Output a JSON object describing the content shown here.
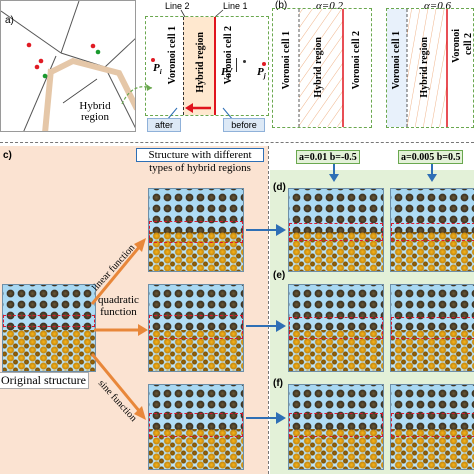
{
  "panel_labels": {
    "a": "a)",
    "b": "(b)",
    "c": "c)",
    "d": "(d)",
    "e": "(e)",
    "f": "(f)"
  },
  "panel_a": {
    "hybrid_region_label": "Hybrid\nregion",
    "line2": "Line 2",
    "line1": "Line 1",
    "voronoi_cell_1": "Voronoi cell 1",
    "hybrid_region": "Hybrid region",
    "voronoi_cell_2": "Voronoi cell 2",
    "p_i": "P",
    "p_i_sub": "i",
    "p_j_prime": "P",
    "p_j_prime_sub": "j",
    "p_j_prime_mark": "'",
    "p_j": "P",
    "p_j_sub": "j",
    "after": "after",
    "before": "before"
  },
  "panel_b": {
    "alpha1": "α=0.2",
    "alpha2": "α=0.6",
    "voronoi_cell_1": "Voronoi cell 1",
    "hybrid_region": "Hybrid region",
    "voronoi_cell_2": "Voronoi cell 2",
    "voronoi_cell_2_split_a": "Voronoi",
    "voronoi_cell_2_split_b": "cell 2"
  },
  "panel_c": {
    "title_line1": "Structure with different",
    "title_line2": "types of hybrid regions",
    "linear": "linear function",
    "quadratic_line1": "quadratic",
    "quadratic_line2": "function",
    "sine": "sine function",
    "original": "Original structure"
  },
  "panel_d": {
    "param1": "a=0.01 b=-0.5",
    "param2": "a=0.005 b=0.5"
  },
  "colors": {
    "panel_c_bg": "#fbe3d2",
    "panel_d_bg": "#e3f1d8",
    "hybrid_fill": "#ffe8cf",
    "red_line": "#e0141e",
    "arrow_orange": "#e8873a",
    "arrow_blue": "#2e6fb5"
  }
}
